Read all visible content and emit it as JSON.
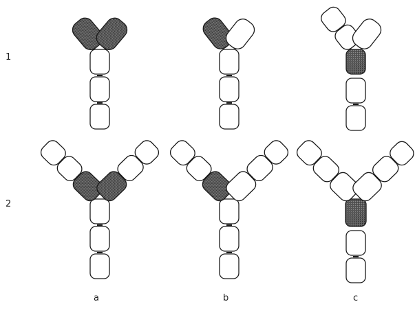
{
  "row_labels": [
    "1",
    "2"
  ],
  "column_labels": [
    "a",
    "b",
    "c"
  ],
  "colors": {
    "stroke": "#1a1a1a",
    "shaded": "#4a4a4a",
    "background": "#ffffff"
  }
}
